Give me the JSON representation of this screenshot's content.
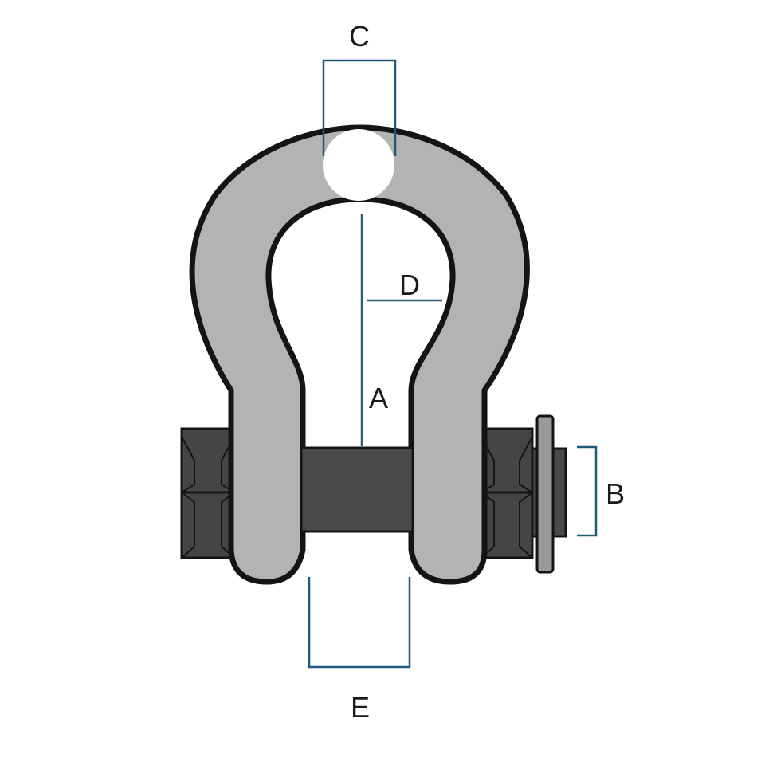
{
  "labels": {
    "a": "A",
    "b": "B",
    "c": "C",
    "d": "D",
    "e": "E"
  },
  "colors": {
    "body": "#b3b3b3",
    "outline": "#141414",
    "pin": "#4a4a4a",
    "nut": "#454545",
    "dimension_line": "#1f5a7a",
    "inner_line": "#2b5d78"
  },
  "icons": {
    "shackle": "bow-shackle-icon"
  }
}
